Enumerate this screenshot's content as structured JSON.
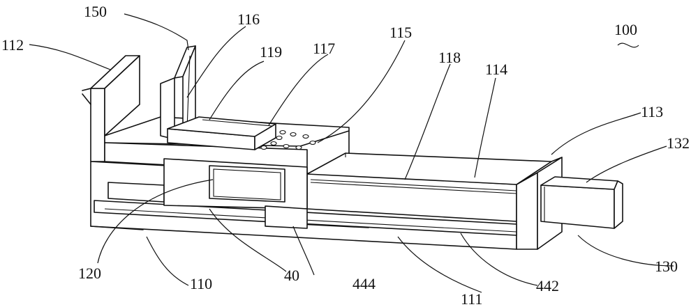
{
  "figure": {
    "labels": {
      "l100": "100",
      "l112": "112",
      "l150": "150",
      "l116": "116",
      "l119": "119",
      "l117": "117",
      "l115": "115",
      "l118": "118",
      "l114": "114",
      "l113": "113",
      "l132": "132",
      "l120": "120",
      "l110": "110",
      "l40": "40",
      "l444": "444",
      "l111": "111",
      "l442": "442",
      "l130": "130"
    }
  }
}
